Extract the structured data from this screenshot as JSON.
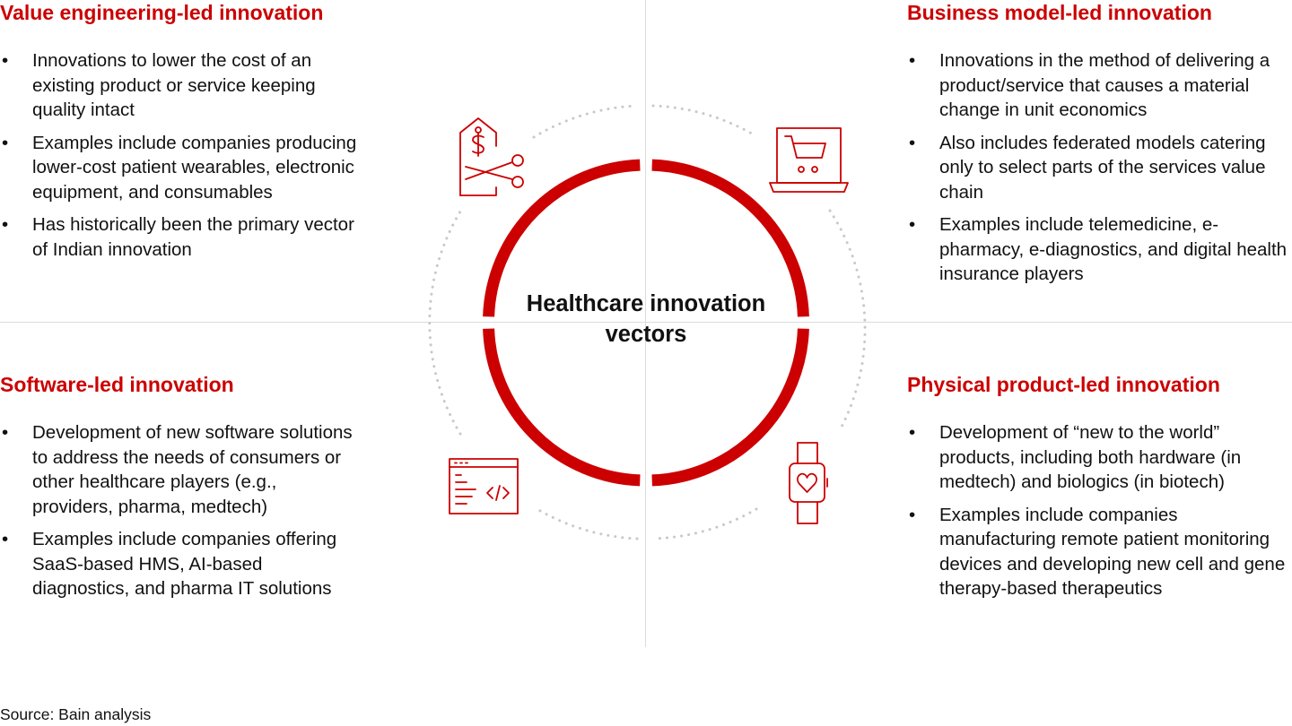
{
  "center_label": "Healthcare innovation vectors",
  "colors": {
    "accent": "#cc0000",
    "divider": "#dcdcdc",
    "dotted": "#c8c8c8",
    "text": "#111111"
  },
  "quadrants": {
    "top_left": {
      "title": "Value engineering-led innovation",
      "icon": "price-tag-scissors-icon",
      "bullets": [
        "Innovations to lower the cost of an existing product or service keeping quality intact",
        "Examples include companies producing lower-cost patient wearables, electronic equipment, and consumables",
        "Has historically been the primary vector of Indian innovation"
      ]
    },
    "top_right": {
      "title": "Business model-led innovation",
      "icon": "laptop-shopping-cart-icon",
      "bullets": [
        "Innovations in the method of delivering a product/service that causes a material change in unit economics",
        "Also includes federated models catering only to select parts of the services value chain",
        "Examples include telemedicine, e-pharmacy, e-diagnostics, and digital health insurance players"
      ]
    },
    "bottom_left": {
      "title": "Software-led innovation",
      "icon": "code-window-icon",
      "bullets": [
        "Development of new software solutions to address the needs of consumers or other healthcare players (e.g., providers, pharma, medtech)",
        "Examples include companies offering SaaS-based HMS, AI-based diagnostics, and pharma IT solutions"
      ]
    },
    "bottom_right": {
      "title": "Physical product-led innovation",
      "icon": "smartwatch-heart-icon",
      "bullets": [
        "Development of “new to the world” products, including both hardware (in medtech) and biologics (in biotech)",
        "Examples include companies manufacturing remote patient monitoring devices and developing new cell and gene therapy-based therapeutics"
      ]
    }
  },
  "source": "Source: Bain analysis"
}
